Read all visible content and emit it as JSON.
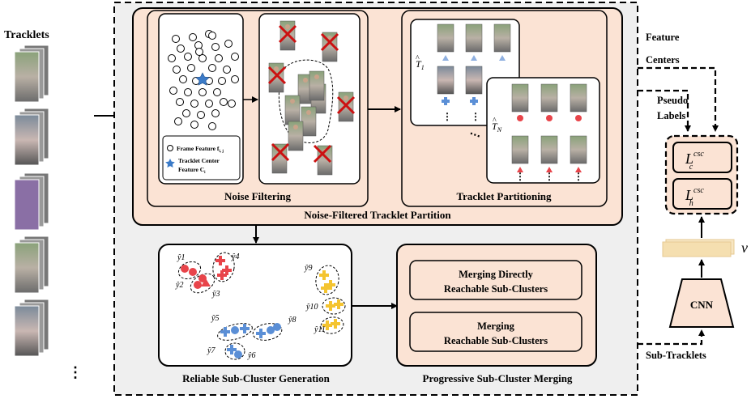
{
  "labels": {
    "tracklets": "Tracklets",
    "noise_filtering": "Noise Filtering",
    "tracklet_partitioning": "Tracklet Partitioning",
    "nftp": "Noise-Filtered Tracklet Partition",
    "reliable": "Reliable Sub-Cluster Generation",
    "progressive": "Progressive Sub-Cluster Merging",
    "merge_direct_l1": "Merging Directly",
    "merge_direct_l2": "Reachable Sub-Clusters",
    "merge_l1": "Merging",
    "merge_l2": "Reachable Sub-Clusters",
    "feature_centers_l1": "Feature",
    "feature_centers_l2": "Centers",
    "pseudo_l1": "Pseudo",
    "pseudo_l2": "Labels",
    "cnn": "CNN",
    "sub_tracklets": "Sub-Tracklets",
    "v": "v",
    "legend_frame": "Frame Feature f",
    "legend_frame_sub": "i, j",
    "legend_center_l1": "Tracklet Center",
    "legend_center_l2": "Feature C",
    "legend_center_sub": "i",
    "loss_c_main": "L",
    "loss_c_sup": "csc",
    "loss_c_sub": "c",
    "loss_h_main": "L",
    "loss_h_sup": "csc",
    "loss_h_sub": "h",
    "t1": "T",
    "t1_sub": "1",
    "tn": "T",
    "tn_sub": "N",
    "dots": "⋮",
    "hdots": "⋯"
  },
  "cluster_labels": {
    "y1": "ŷ1",
    "y2": "ŷ2",
    "y3": "ŷ3",
    "y4": "ŷ4",
    "y5": "ŷ5",
    "y6": "ŷ6",
    "y7": "ŷ7",
    "y8": "ŷ8",
    "y9": "ŷ9",
    "y10": "ŷ10",
    "y11": "ŷ11"
  },
  "colors": {
    "panel_fill": "#fbe3d4",
    "outer_fill": "#efefef",
    "red": "#e8444a",
    "blue": "#5b8fd6",
    "yellow": "#f4c430",
    "cross": "#cc1111",
    "feature_bar": "#f5dfb0"
  }
}
